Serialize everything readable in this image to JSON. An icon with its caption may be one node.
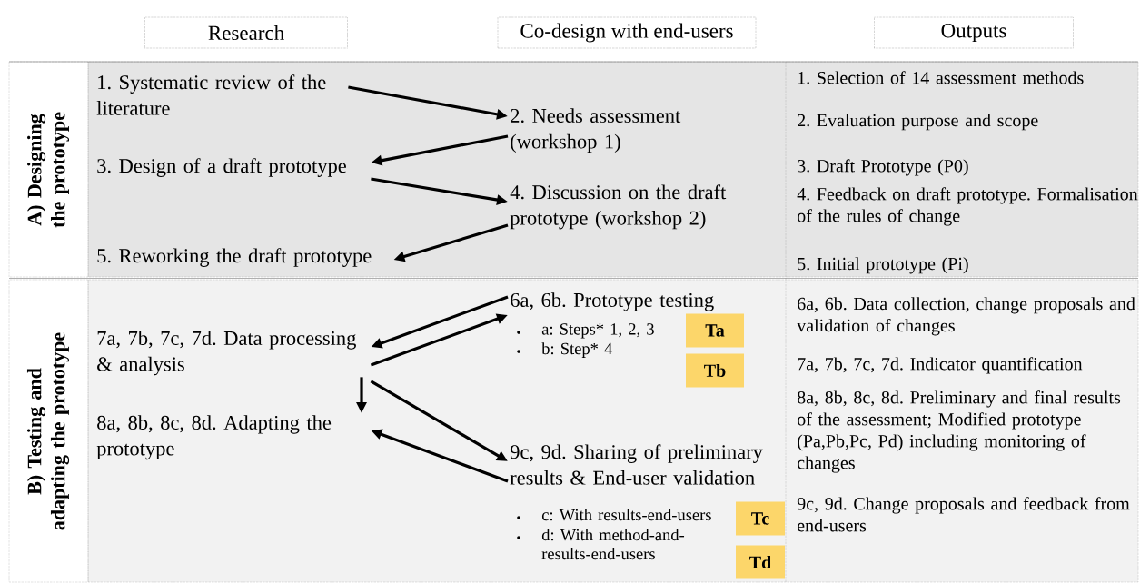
{
  "diagram": {
    "nodes": [
      {
        "text": [
          "Research"
        ]
      },
      {
        "text": [
          "Co-design with end-users"
        ]
      },
      {
        "text": [
          "Outputs"
        ]
      },
      {
        "text": [
          "A) Designing the prototype"
        ]
      },
      {
        "text": [
          "1. Systematic review of the literature"
        ]
      },
      {
        "text": [
          "2. Needs assessment (workshop 1)"
        ]
      },
      {
        "text": [
          "3. Design of a draft prototype"
        ]
      },
      {
        "text": [
          "4. Discussion on the draft prototype (workshop 2)"
        ]
      },
      {
        "text": [
          "5. Reworking the draft prototype"
        ]
      },
      {
        "text": [
          "B) Testing and adapting the prototype"
        ]
      },
      {
        "text": [
          "6a, 6b. Prototype testing"
        ]
      },
      {
        "text": [
          "Ta"
        ]
      },
      {
        "text": [
          "Tb"
        ]
      },
      {
        "text": [
          "7a, 7b, 7c, 7d. Data processing & analysis"
        ]
      },
      {
        "text": [
          "8a, 8b, 8c, 8d. Adapting the prototype"
        ]
      },
      {
        "text": [
          "9c, 9d. Sharing of preliminary results &  End-user validation"
        ]
      },
      {
        "text": [
          "Tc"
        ]
      },
      {
        "text": [
          "Td"
        ]
      }
    ],
    "edges": [
      {
        "from": 4,
        "to": 5,
        "arrow": "to"
      },
      {
        "from": 5,
        "to": 6,
        "arrow": "to"
      },
      {
        "from": 6,
        "to": 7,
        "arrow": "to"
      },
      {
        "from": 7,
        "to": 8,
        "arrow": "to"
      },
      {
        "from": 10,
        "to": 13,
        "arrow": "to"
      },
      {
        "from": 13,
        "to": 10,
        "arrow": "to"
      },
      {
        "from": 13,
        "to": 14,
        "arrow": "to"
      },
      {
        "from": 13,
        "to": 15,
        "arrow": "to"
      },
      {
        "from": 15,
        "to": 14,
        "arrow": "to"
      }
    ],
    "labels": [
      "a: Steps* 1, 2, 3",
      "b: Step* 4",
      "c: With results-end-users",
      "d: With method-and-results-end-users",
      "1. Selection of 14 assessment methods",
      "2. Evaluation purpose and scope",
      "3. Draft Prototype (P0)",
      "4. Feedback  on draft prototype. Formalisation of the rules of change",
      "5. Initial prototype (Pi)",
      "6a, 6b. Data collection, change proposals and validation of changes",
      "7a, 7b, 7c, 7d. Indicator quantification",
      "8a, 8b, 8c, 8d. Preliminary and final results of the assessment; Modified prototype (Pa,Pb,Pc, Pd) including monitoring of changes",
      "9c, 9d. Change proposals and feedback from end-users"
    ]
  }
}
